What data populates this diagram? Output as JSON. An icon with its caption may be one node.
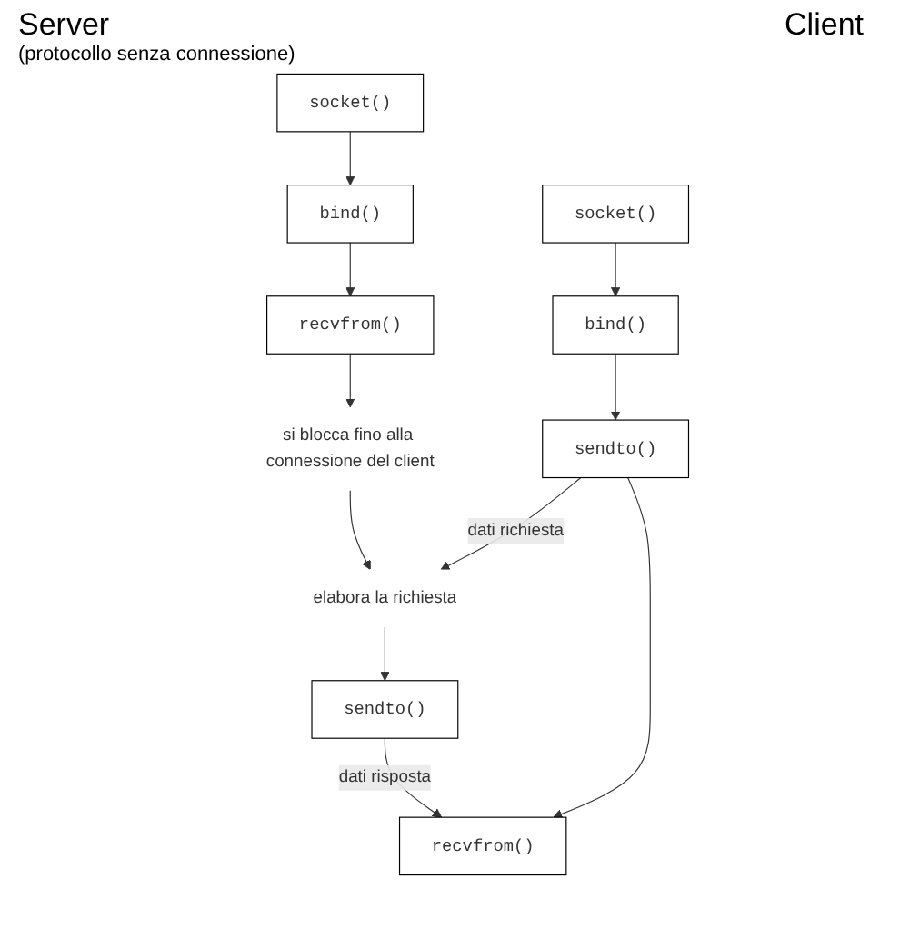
{
  "diagram": {
    "nodes": [
      {
        "text": [
          "socket()"
        ]
      },
      {
        "text": [
          "bind()"
        ]
      },
      {
        "text": [
          "recvfrom()"
        ]
      },
      {
        "text": [
          "si blocca fino alla connessione del client"
        ]
      },
      {
        "text": [
          "elabora la richiesta"
        ]
      },
      {
        "text": [
          "sendto()"
        ]
      },
      {
        "text": [
          "socket()"
        ]
      },
      {
        "text": [
          "bind()"
        ]
      },
      {
        "text": [
          "sendto()"
        ]
      },
      {
        "text": [
          "recvfrom()"
        ]
      }
    ],
    "edges": [
      {
        "from": 0,
        "to": 1,
        "arrow": "to"
      },
      {
        "from": 1,
        "to": 2,
        "arrow": "to"
      },
      {
        "from": 2,
        "to": 3,
        "arrow": "to"
      },
      {
        "from": 3,
        "to": 4,
        "arrow": "to"
      },
      {
        "from": 6,
        "to": 7,
        "arrow": "to"
      },
      {
        "from": 7,
        "to": 8,
        "arrow": "to"
      },
      {
        "from": 8,
        "to": 4,
        "label": "dati richiesta",
        "arrow": "to"
      },
      {
        "from": 4,
        "to": 5,
        "arrow": "to"
      },
      {
        "from": 5,
        "to": 9,
        "label": "dati risposta",
        "arrow": "to"
      },
      {
        "from": 8,
        "to": 9,
        "arrow": "to"
      }
    ],
    "labels": [
      "Server",
      "(protocollo senza connessione)",
      "Client"
    ]
  }
}
